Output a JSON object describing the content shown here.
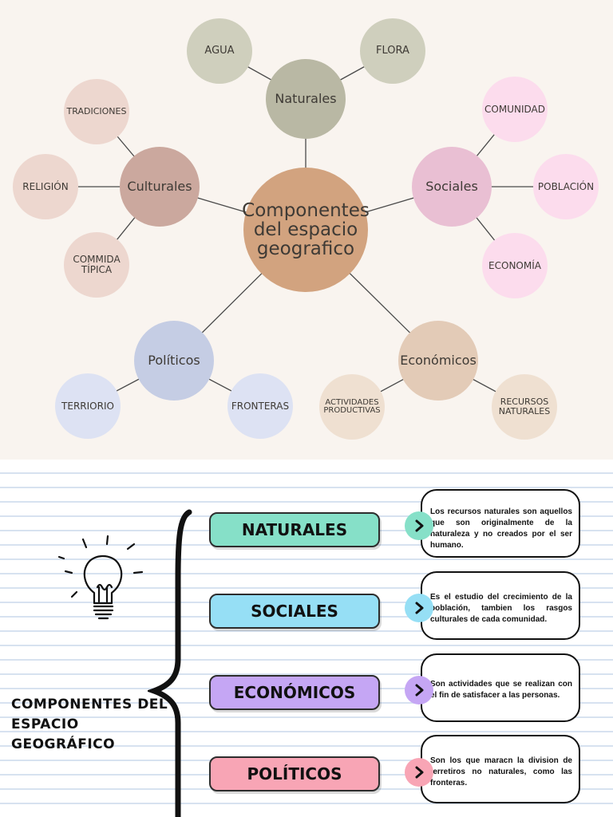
{
  "mindmap": {
    "center": "Componentes\ndel espacio\ngeografico",
    "categories": {
      "naturales": "Naturales",
      "culturales": "Culturales",
      "sociales": "Sociales",
      "politicos": "Políticos",
      "economicos": "Económicos"
    },
    "leaves": {
      "agua": "AGUA",
      "flora": "FLORA",
      "tradiciones": "TRADICIONES",
      "religion": "RELIGIÓN",
      "comida": "COMMIDA\nTÍPICA",
      "comunidad": "COMUNIDAD",
      "poblacion": "POBLACIÓN",
      "economia": "ECONOMÍA",
      "territorio": "TERRIORIO",
      "fronteras": "FRONTERAS",
      "actividades": "ACTIVIDADES\nPRODUCTIVAS",
      "recursos": "RECURSOS\nNATURALES"
    },
    "colors": {
      "background": "#f9f4ef",
      "center": "#d2a37f",
      "naturales": "#b9b8a4",
      "naturales_leaf": "#cfcfbd",
      "culturales": "#cba89e",
      "culturales_leaf": "#edd7cf",
      "sociales": "#e9bfd3",
      "sociales_leaf": "#fcdced",
      "politicos": "#c5cde4",
      "politicos_leaf": "#dde2f3",
      "economicos": "#e3cbb7",
      "economicos_leaf": "#efe0d1"
    }
  },
  "notes": {
    "title": "COMPONENTES DEL\nESPACIO GEOGRÁFICO",
    "icon": "lightbulb-icon",
    "items": [
      {
        "label": "NATURALES",
        "color": "#86e0c8",
        "arrow_color": "#86e0c8",
        "description": "Los recursos naturales son aquellos que son originalmente de la naturaleza y no creados por el ser humano."
      },
      {
        "label": "SOCIALES",
        "color": "#96dff5",
        "arrow_color": "#96dff5",
        "description": "Es el estudio del crecimiento de la población, tambien los rasgos culturales de cada comunidad."
      },
      {
        "label": "ECONÓMICOS",
        "color": "#c5a6f4",
        "arrow_color": "#c5a6f4",
        "description": "Son actividades que se realizan con el fin de satisfacer a las personas."
      },
      {
        "label": "POLÍTICOS",
        "color": "#f8a5b5",
        "arrow_color": "#f8a5b5",
        "description": "Son los que maracn la division de terretiros no naturales, como las fronteras."
      }
    ]
  }
}
